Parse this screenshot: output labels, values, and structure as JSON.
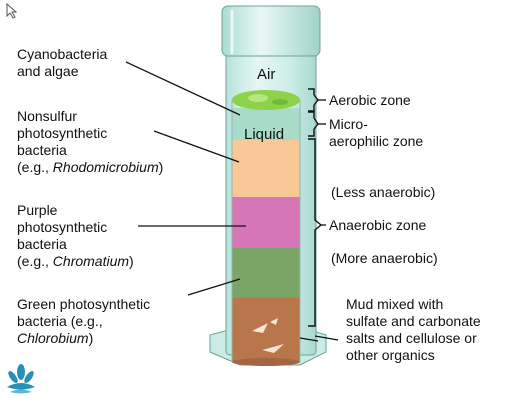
{
  "inside_labels": {
    "air": "Air",
    "liquid": "Liquid"
  },
  "left_labels": {
    "cyano": {
      "line1": "Cyanobacteria",
      "line2": "and algae"
    },
    "nonsulfur": {
      "line1": "Nonsulfur",
      "line2": "photosynthetic",
      "line3": "bacteria",
      "prefix": "(e.g., ",
      "genus": "Rhodomicrobium",
      "suffix": ")"
    },
    "purple": {
      "line1": "Purple",
      "line2": "photosynthetic",
      "line3": "bacteria",
      "prefix": "(e.g., ",
      "genus": "Chromatium",
      "suffix": ")"
    },
    "green": {
      "line1": "Green photosynthetic",
      "line2": "bacteria (e.g.,",
      "genus": "Chlorobium",
      "suffix": ")"
    }
  },
  "right_labels": {
    "aerobic": "Aerobic zone",
    "micro1": "Micro-",
    "micro2": "aerophilic zone",
    "less": "(Less anaerobic)",
    "anaerobic": "Anaerobic zone",
    "more": "(More anaerobic)",
    "mud": [
      "Mud mixed with",
      "sulfate and carbonate",
      "salts and cellulose or",
      "other organics"
    ]
  },
  "colors": {
    "algae_green": "#8ed14a",
    "microaerophilic": "#a8dcc8",
    "nonsulfur_orange": "#f8c896",
    "purple_pink": "#d776b6",
    "green_sulfur": "#7ba566",
    "mud_brown": "#b8764a",
    "glass": "#c6ece6"
  },
  "icons": {
    "cursor": "pointer-cursor-icon",
    "logo": "flower-logo-icon"
  }
}
